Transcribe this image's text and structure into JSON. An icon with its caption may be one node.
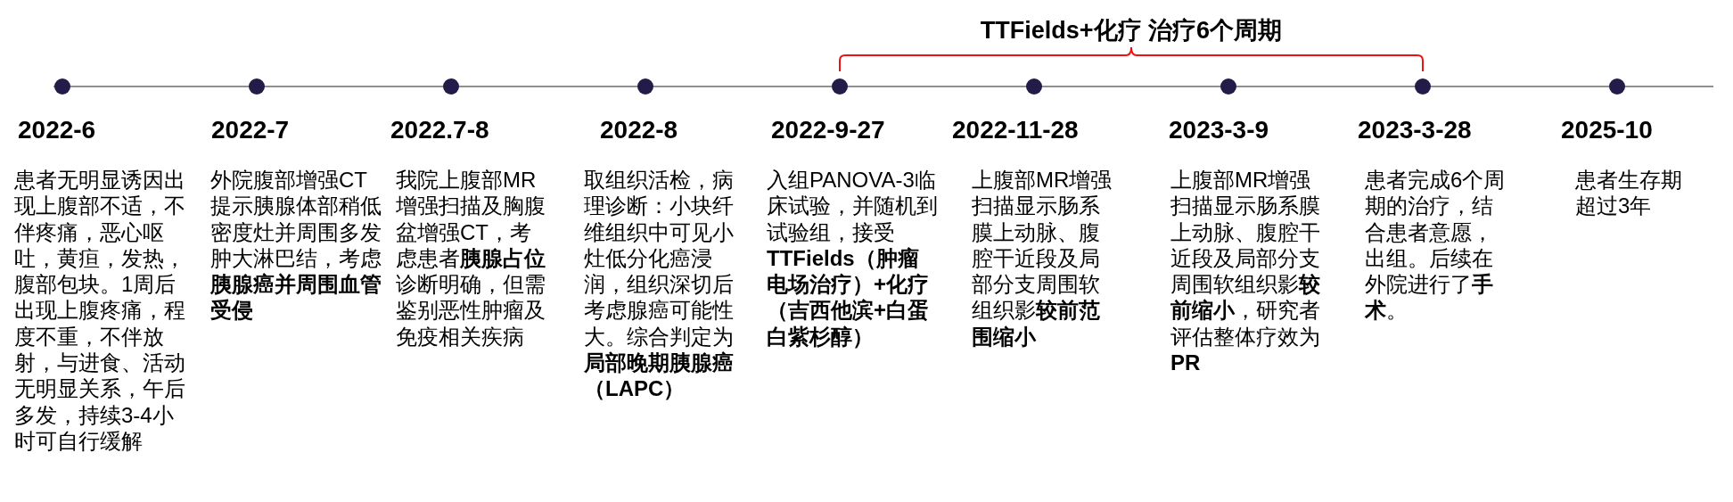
{
  "diagram": {
    "nodes": [
      {
        "text": [
          "2022-6",
          "患者无明显诱因出现上腹部不适，不伴疼痛，恶心呕吐，黄疸，发热，腹部包块。1周后出现上腹疼痛，程度不重，不伴放射，与进食、活动无明显关系，午后多发，持续3-4小时可自行缓解"
        ]
      },
      {
        "text": [
          "2022-7",
          "外院腹部增强CT提示胰腺体部稍低密度灶并周围多发肿大淋巴结，考虑**胰腺癌并周围血管受侵**"
        ]
      },
      {
        "text": [
          "2022.7-8",
          "我院上腹部MR增强扫描及胸腹盆增强CT，考虑患者**胰腺占位**诊断明确，但需鉴别恶性肿瘤及免疫相关疾病"
        ]
      },
      {
        "text": [
          "2022-8",
          "取组织活检，病理诊断：小块纤维组织中可见小灶低分化癌浸润，组织深切后考虑腺癌可能性大。综合判定为**局部晚期胰腺癌（LAPC）**"
        ]
      },
      {
        "text": [
          "2022-9-27",
          "入组PANOVA-3临床试验，并随机到试验组，接受**TTFields（肿瘤电场治疗）+化疗（吉西他滨+白蛋白紫杉醇）**"
        ]
      },
      {
        "text": [
          "2022-11-28",
          "上腹部MR增强扫描显示肠系膜上动脉、腹腔干近段及局部分支周围软组织影**较前范围缩小**"
        ]
      },
      {
        "text": [
          "2023-3-9",
          "上腹部MR增强扫描显示肠系膜上动脉、腹腔干近段及局部分支周围软组织影**较前缩小**，研究者评估整体疗效为**PR**"
        ]
      },
      {
        "text": [
          "2023-3-28",
          "患者完成6个周期的治疗，结合患者意愿，出组。后续在外院进行了**手术**。"
        ]
      },
      {
        "text": [
          "2025-10",
          "患者生存期超过3年"
        ]
      }
    ],
    "labels": [
      "TTFields+化疗 治疗6个周期"
    ]
  }
}
